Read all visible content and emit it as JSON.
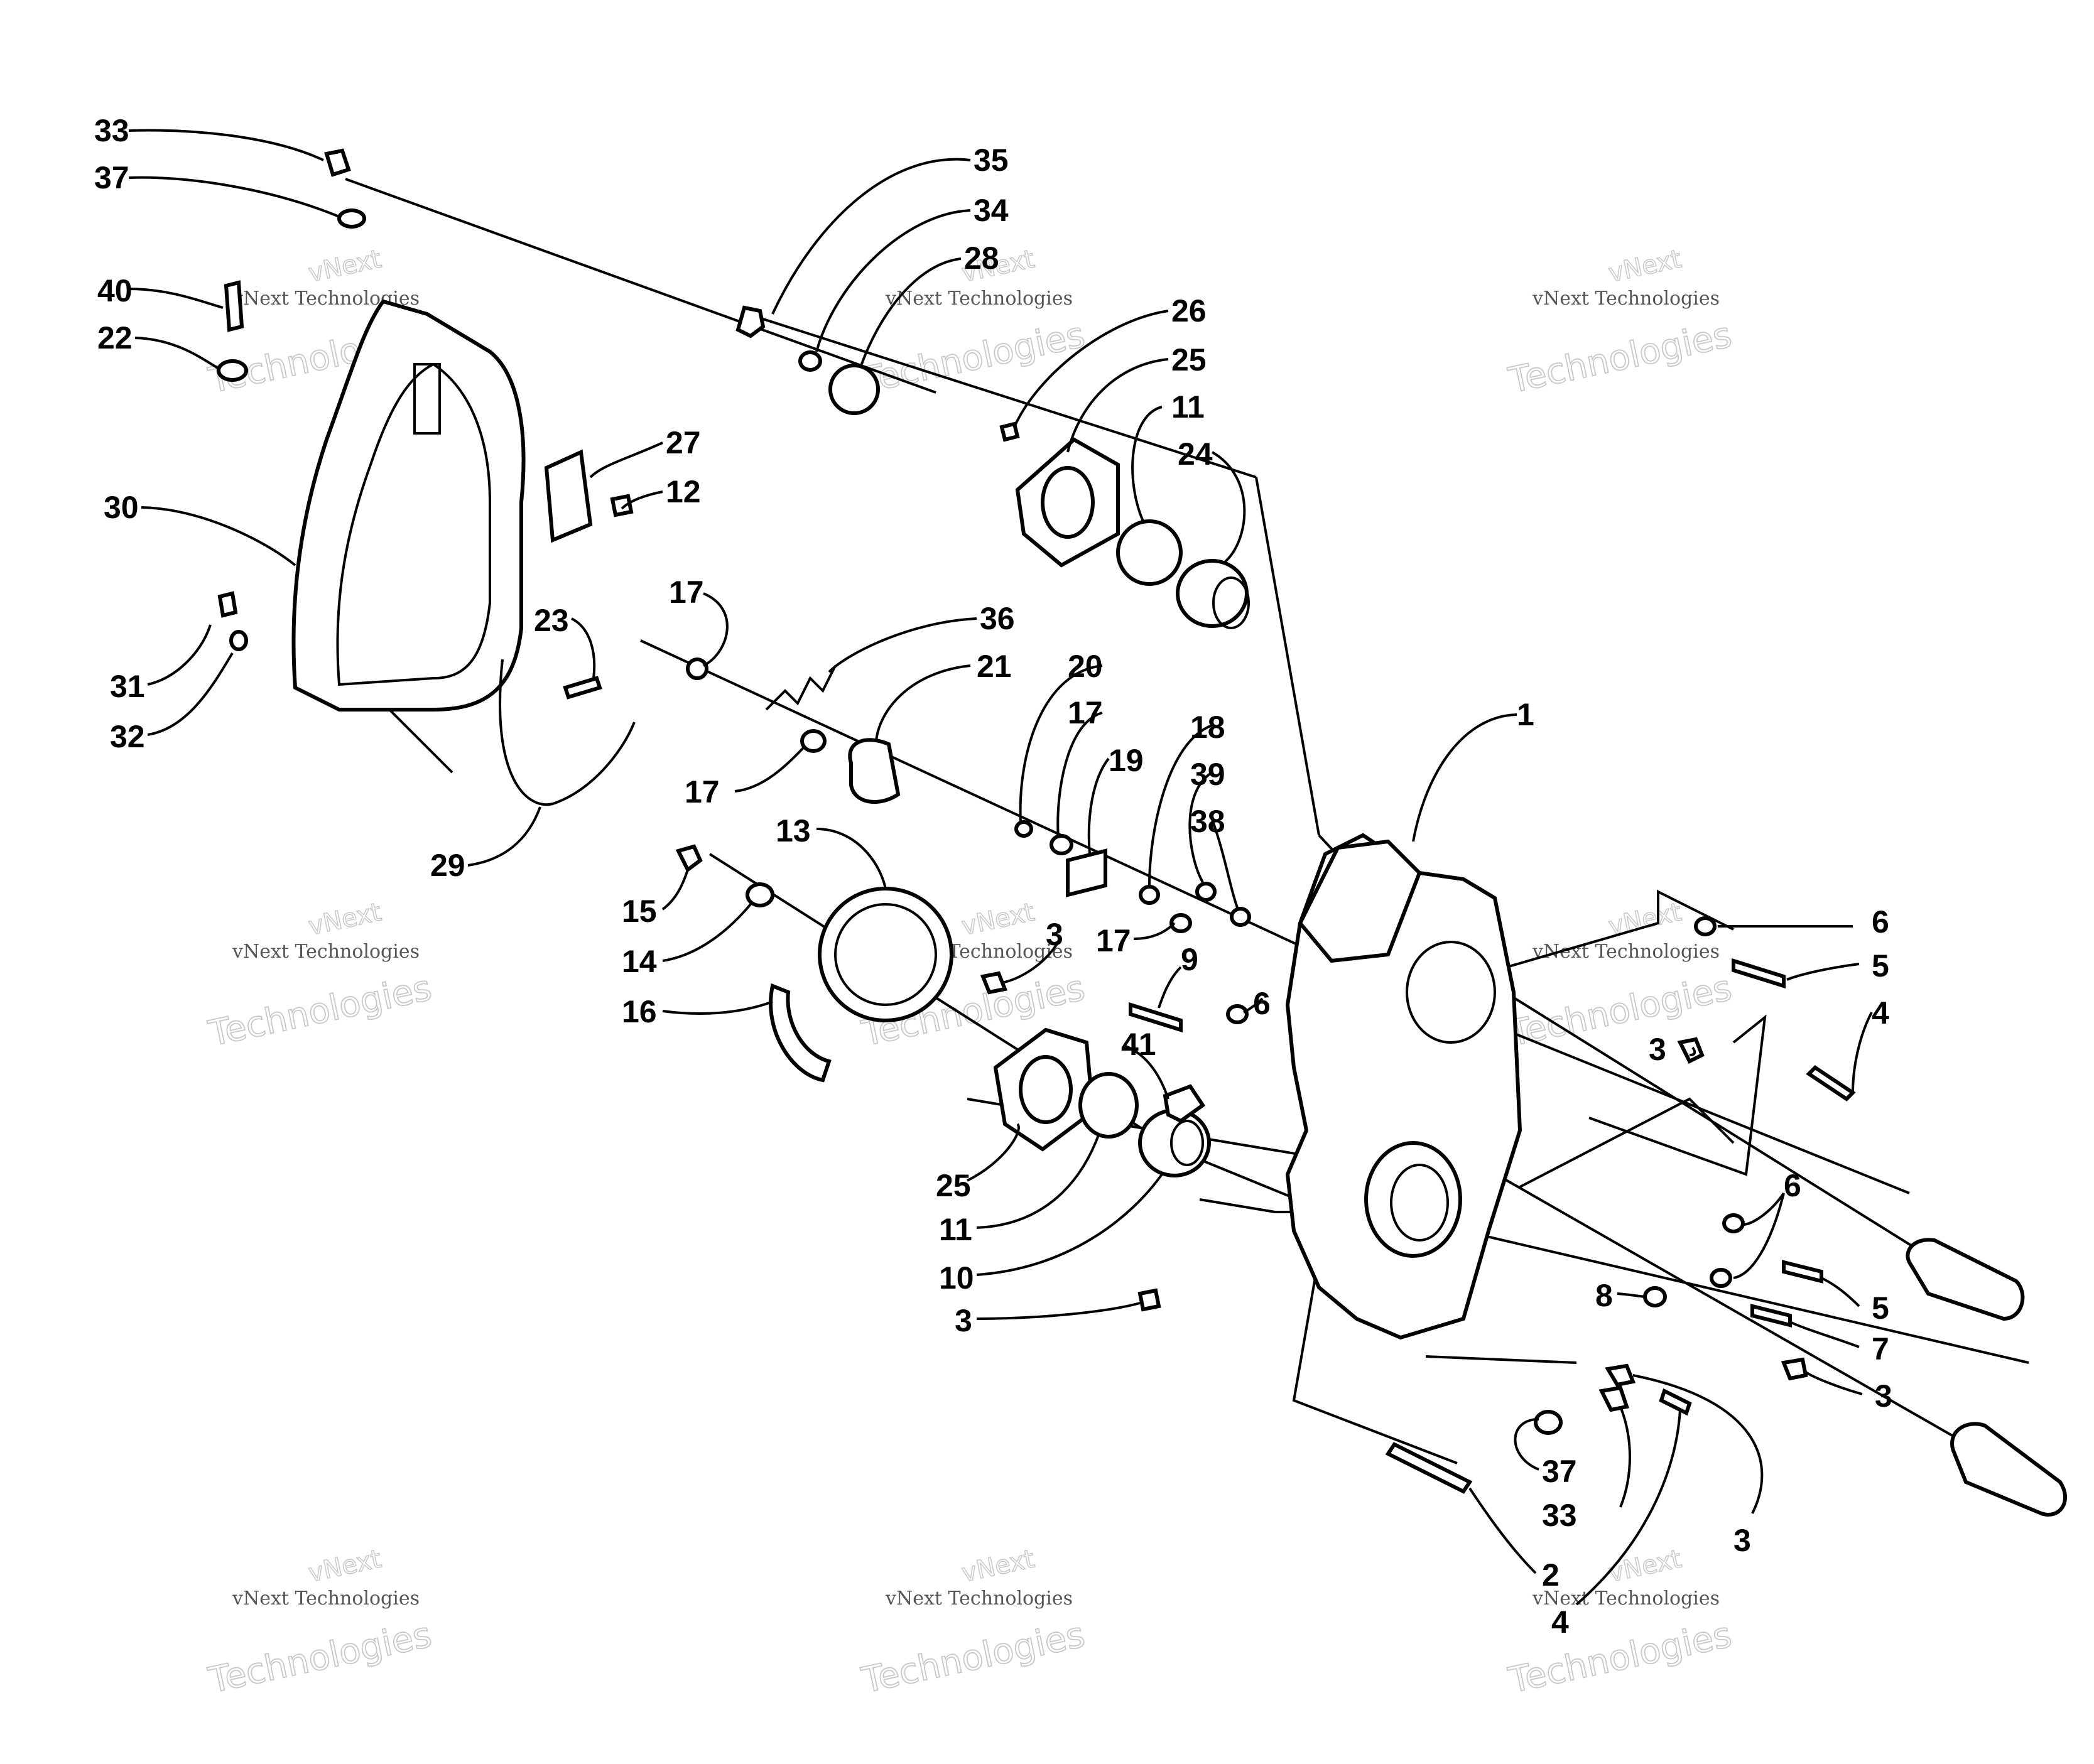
{
  "watermark": {
    "line1": "vNext",
    "line2": "vNext Technologies",
    "line3": "Technologies"
  },
  "callouts": [
    {
      "id": "c33a",
      "text": "33"
    },
    {
      "id": "c37a",
      "text": "37"
    },
    {
      "id": "c40",
      "text": "40"
    },
    {
      "id": "c22",
      "text": "22"
    },
    {
      "id": "c30",
      "text": "30"
    },
    {
      "id": "c31",
      "text": "31"
    },
    {
      "id": "c32",
      "text": "32"
    },
    {
      "id": "c27",
      "text": "27"
    },
    {
      "id": "c12",
      "text": "12"
    },
    {
      "id": "c23",
      "text": "23"
    },
    {
      "id": "c29",
      "text": "29"
    },
    {
      "id": "c35",
      "text": "35"
    },
    {
      "id": "c34",
      "text": "34"
    },
    {
      "id": "c28",
      "text": "28"
    },
    {
      "id": "c26",
      "text": "26"
    },
    {
      "id": "c25a",
      "text": "25"
    },
    {
      "id": "c11a",
      "text": "11"
    },
    {
      "id": "c24",
      "text": "24"
    },
    {
      "id": "c17a",
      "text": "17"
    },
    {
      "id": "c36",
      "text": "36"
    },
    {
      "id": "c21",
      "text": "21"
    },
    {
      "id": "c17b",
      "text": "17"
    },
    {
      "id": "c20",
      "text": "20"
    },
    {
      "id": "c17c",
      "text": "17"
    },
    {
      "id": "c19",
      "text": "19"
    },
    {
      "id": "c18",
      "text": "18"
    },
    {
      "id": "c39",
      "text": "39"
    },
    {
      "id": "c38",
      "text": "38"
    },
    {
      "id": "c1",
      "text": "1"
    },
    {
      "id": "c17d",
      "text": "17"
    },
    {
      "id": "c13",
      "text": "13"
    },
    {
      "id": "c15",
      "text": "15"
    },
    {
      "id": "c14",
      "text": "14"
    },
    {
      "id": "c16",
      "text": "16"
    },
    {
      "id": "c3a",
      "text": "3"
    },
    {
      "id": "c9",
      "text": "9"
    },
    {
      "id": "c41",
      "text": "41"
    },
    {
      "id": "c6a",
      "text": "6"
    },
    {
      "id": "c6b",
      "text": "6"
    },
    {
      "id": "c5a",
      "text": "5"
    },
    {
      "id": "c4a",
      "text": "4"
    },
    {
      "id": "c3b",
      "text": "3"
    },
    {
      "id": "c25b",
      "text": "25"
    },
    {
      "id": "c11b",
      "text": "11"
    },
    {
      "id": "c10",
      "text": "10"
    },
    {
      "id": "c3c",
      "text": "3"
    },
    {
      "id": "c6c",
      "text": "6"
    },
    {
      "id": "c5b",
      "text": "5"
    },
    {
      "id": "c8",
      "text": "8"
    },
    {
      "id": "c7",
      "text": "7"
    },
    {
      "id": "c3d",
      "text": "3"
    },
    {
      "id": "c37b",
      "text": "37"
    },
    {
      "id": "c33b",
      "text": "33"
    },
    {
      "id": "c3e",
      "text": "3"
    },
    {
      "id": "c2",
      "text": "2"
    },
    {
      "id": "c4b",
      "text": "4"
    }
  ]
}
